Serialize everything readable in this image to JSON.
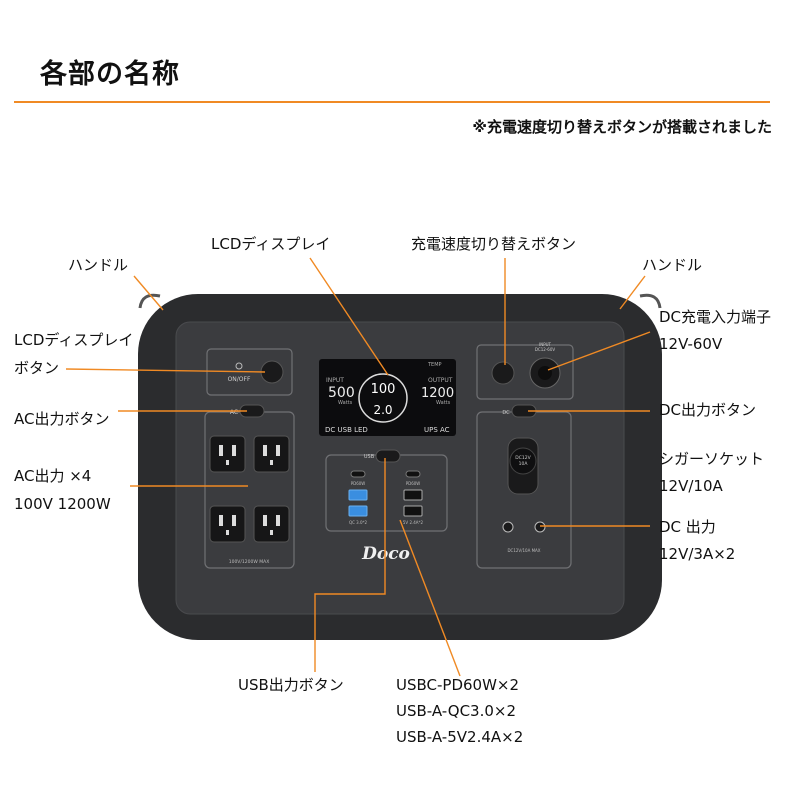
{
  "header": {
    "title": "各部の名称",
    "note": "※充電速度切り替えボタンが搭載されました"
  },
  "labels": {
    "handle_left": "ハンドル",
    "handle_right": "ハンドル",
    "lcd_display": "LCDディスプレイ",
    "charge_speed_button": "充電速度切り替えボタン",
    "lcd_button_line1": "LCDディスプレイ",
    "lcd_button_line2": "ボタン",
    "ac_button": "AC出力ボタン",
    "ac_output_line1": "AC出力 ×4",
    "ac_output_line2": "100V 1200W",
    "dc_input_line1": "DC充電入力端子",
    "dc_input_line2": "12V-60V",
    "dc_button": "DC出力ボタン",
    "cigar_line1": "シガーソケット",
    "cigar_line2": "12V/10A",
    "dc_output_line1": "DC 出力",
    "dc_output_line2": "12V/3A×2",
    "usb_button": "USB出力ボタン",
    "usb_spec_line1": "USBC-PD60W×2",
    "usb_spec_line2": "USB-A-QC3.0×2",
    "usb_spec_line3": "USB-A-5V2.4A×2"
  },
  "device": {
    "brand": "Doco",
    "on_off": "ON/OFF",
    "ac_tag": "AC",
    "ac_max": "100V/1200W MAX",
    "usb_tag": "USB",
    "pd_left": "PD60W",
    "pd_right": "PD60W",
    "qc_label": "QC 3.0*2",
    "usb5v_label": "5V 2.4A*2",
    "dc_tag": "DC",
    "cigar_text1": "DC12V",
    "cigar_text2": "10A",
    "dc_max": "DC12V/10A MAX",
    "input_tag": "INPUT",
    "input_range": "DC12-60V",
    "lcd": {
      "input_label": "INPUT",
      "input_value": "500",
      "output_label": "OUTPUT",
      "output_value": "1200",
      "watts": "Watts",
      "percent": "100",
      "hours": "2.0",
      "temp": "TEMP",
      "status_left": "DC  USB  LED",
      "status_right": "UPS  AC"
    }
  },
  "colors": {
    "accent": "#f08a24",
    "device_body": "#2f3032",
    "device_face": "#3a3b3e",
    "lcd_bg": "#0c0c0e",
    "usb_blue": "#3a8ee0"
  }
}
